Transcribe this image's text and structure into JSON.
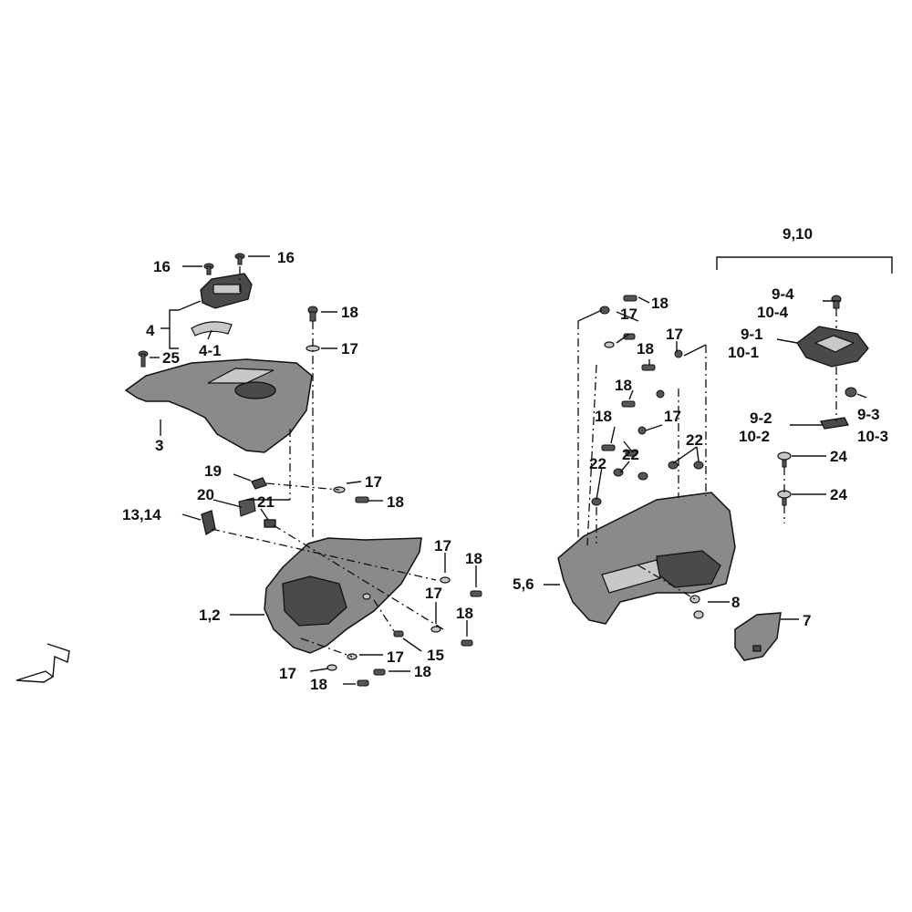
{
  "labels": {
    "l_9_10": "9,10",
    "l_16a": "16",
    "l_16b": "16",
    "l_4": "4",
    "l_4_1": "4-1",
    "l_25": "25",
    "l_3": "3",
    "l_18a": "18",
    "l_17a": "17",
    "l_19": "19",
    "l_17b": "17",
    "l_20": "20",
    "l_21": "21",
    "l_18b": "18",
    "l_13_14": "13,14",
    "l_17c": "17",
    "l_18c": "18",
    "l_17d": "17",
    "l_18d": "18",
    "l_1_2": "1,2",
    "l_15": "15",
    "l_17e": "17",
    "l_17f": "17",
    "l_18e": "18",
    "l_18f": "18",
    "r_18a": "18",
    "r_17a": "17",
    "r_17b": "17",
    "r_18b": "18",
    "r_18c": "18",
    "r_18d": "18",
    "r_17c": "17",
    "r_22a": "22",
    "r_22b": "22",
    "r_22c": "22",
    "r_5_6": "5,6",
    "r_8": "8",
    "r_7": "7",
    "r_9_4": "9-4",
    "r_10_4": "10-4",
    "r_9_1": "9-1",
    "r_10_1": "10-1",
    "r_9_2": "9-2",
    "r_10_2": "10-2",
    "r_9_3": "9-3",
    "r_10_3": "10-3",
    "r_24a": "24",
    "r_24b": "24"
  }
}
